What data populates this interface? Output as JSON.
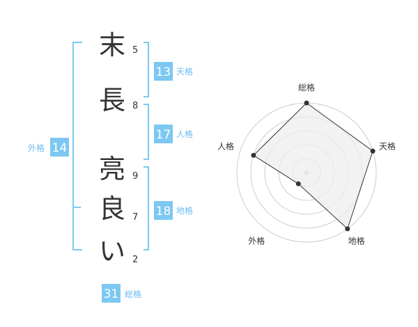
{
  "name_characters": [
    {
      "char": "末",
      "strokes": "5"
    },
    {
      "char": "長",
      "strokes": "8"
    },
    {
      "char": "亮",
      "strokes": "9"
    },
    {
      "char": "良",
      "strokes": "7"
    },
    {
      "char": "い",
      "strokes": "2"
    }
  ],
  "fortunes": {
    "tenkaku": {
      "value": "13",
      "label": "天格"
    },
    "jinkaku": {
      "value": "17",
      "label": "人格"
    },
    "chikaku": {
      "value": "18",
      "label": "地格"
    },
    "gaikaku": {
      "value": "14",
      "label": "外格"
    },
    "soukaku": {
      "value": "31",
      "label": "総格"
    }
  },
  "colors": {
    "accent": "#7cc8f2",
    "label_text": "#6bbcf0",
    "text": "#333333",
    "radar_fill": "#eeeeee",
    "ring": "#cccccc",
    "marker": "#333333"
  },
  "chart_data": {
    "type": "radar",
    "axes": [
      "総格",
      "天格",
      "地格",
      "外格",
      "人格"
    ],
    "values": [
      5,
      5,
      5,
      1,
      4
    ],
    "max": 5,
    "rings": 5
  }
}
